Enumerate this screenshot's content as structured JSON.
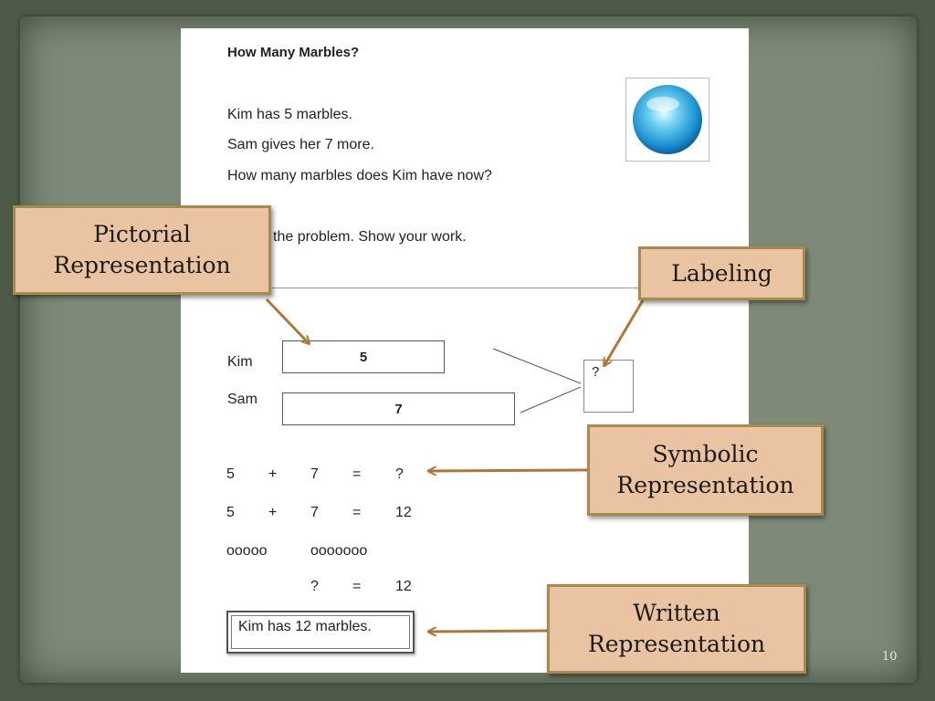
{
  "worksheet": {
    "title": "How Many Marbles?",
    "lines": [
      "Kim has 5 marbles.",
      "Sam gives her 7 more.",
      "How many marbles does Kim have now?"
    ],
    "instruction": "the problem.  Show your work.",
    "model": {
      "kim_label": "Kim",
      "kim_value": "5",
      "sam_label": "Sam",
      "sam_value": "7",
      "unknown": "?"
    },
    "equation1": [
      "5",
      "+",
      "7",
      "=",
      "?"
    ],
    "equation2": [
      "5",
      "+",
      "7",
      "=",
      "12"
    ],
    "tally": [
      "ooooo",
      "ooooooo"
    ],
    "equation3": [
      "?",
      "=",
      "12"
    ],
    "answer": "Kim has 12 marbles."
  },
  "callouts": {
    "pictorial": [
      "Pictorial",
      "Representation"
    ],
    "labeling": "Labeling",
    "symbolic": [
      "Symbolic",
      "Representation"
    ],
    "written": [
      "Written",
      "Representation"
    ]
  },
  "page_number": "10",
  "colors": {
    "callout_fill": "#e9c3a2",
    "callout_border": "#a58b4e",
    "arrow": "#b0773a",
    "background": "#4c5a47"
  },
  "icons": {
    "marble": "blue-marble-icon"
  }
}
